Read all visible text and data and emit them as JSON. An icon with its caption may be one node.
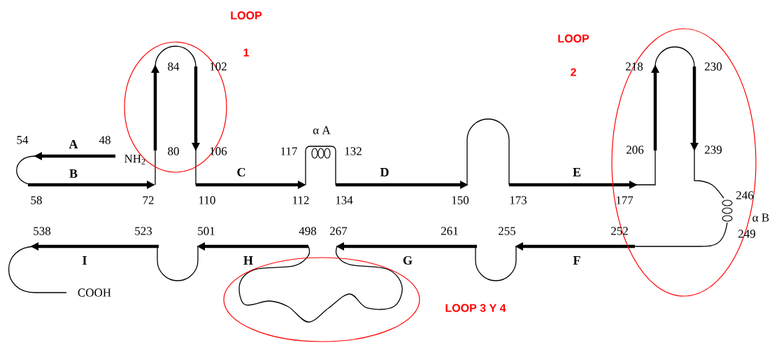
{
  "diagram": {
    "labels": [
      "LOOP",
      "1",
      "LOOP",
      "2",
      "84",
      "102",
      "218",
      "230",
      "α A",
      "54",
      "A",
      "48",
      "80",
      "106",
      "117",
      "132",
      "206",
      "239",
      "NH$_{2}$",
      "B",
      "C",
      "D",
      "E",
      "58",
      "72",
      "110",
      "112",
      "134",
      "150",
      "173",
      "177",
      "246",
      "α B",
      "538",
      "523",
      "501",
      "498",
      "267",
      "261",
      "255",
      "252",
      "249",
      "I",
      "H",
      "G",
      "F",
      "COOH",
      "LOOP 3 Y 4"
    ]
  }
}
